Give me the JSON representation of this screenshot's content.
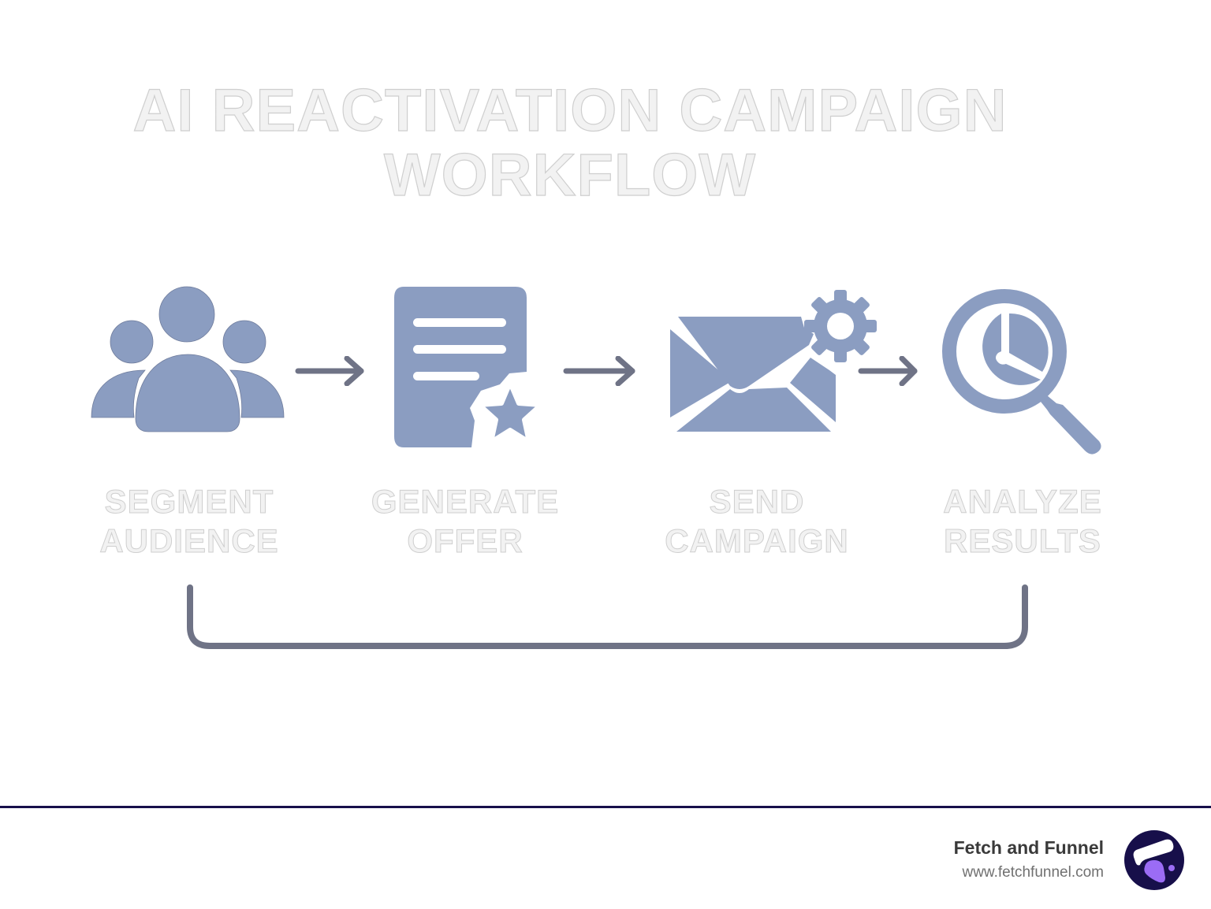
{
  "title": {
    "line1": "AI REACTIVATION CAMPAIGN",
    "line2": "WORKFLOW"
  },
  "steps": [
    {
      "icon": "users-group-icon",
      "label_line1": "SEGMENT",
      "label_line2": "AUDIENCE"
    },
    {
      "icon": "document-star-icon",
      "label_line1": "GENERATE",
      "label_line2": "OFFER"
    },
    {
      "icon": "envelope-gear-icon",
      "label_line1": "SEND",
      "label_line2": "CAMPAIGN"
    },
    {
      "icon": "magnifier-pie-chart-icon",
      "label_line1": "ANALYZE",
      "label_line2": "RESULTS"
    }
  ],
  "connectors": {
    "arrow_count": 3,
    "feedback_loop": "results feed back to audience segmentation"
  },
  "colors": {
    "icon_fill": "#8b9dc1",
    "arrow": "#6f7386",
    "footer_rule": "#170f4a",
    "logo_bg": "#170f4a",
    "logo_accent": "#9b6cf5"
  },
  "footer": {
    "brand_name": "Fetch and Funnel",
    "brand_url": "www.fetchfunnel.com"
  }
}
